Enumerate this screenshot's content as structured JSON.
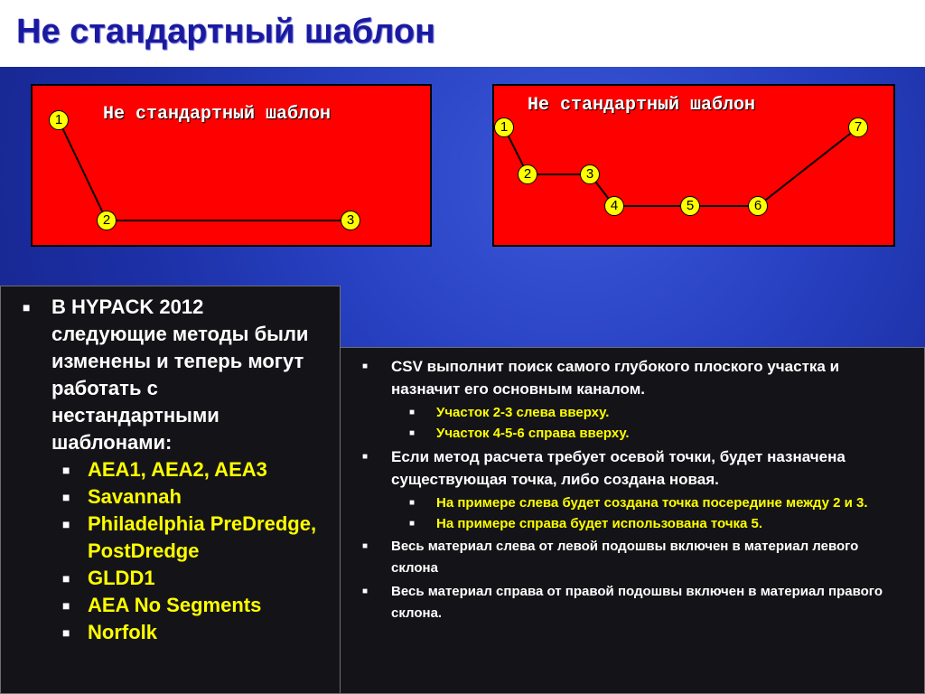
{
  "title": "Не стандартный шаблон",
  "left_diagram": {
    "label": "Не стандартный шаблон",
    "nodes": [
      "1",
      "2",
      "3"
    ]
  },
  "right_diagram": {
    "label": "Не стандартный шаблон",
    "nodes": [
      "1",
      "2",
      "3",
      "4",
      "5",
      "6",
      "7"
    ]
  },
  "left_panel": {
    "intro": "В HYPACK 2012 следующие методы были изменены и теперь могут работать с нестандартными шаблонами:",
    "methods": [
      "AEA1, AEA2, AEA3",
      "Savannah",
      "Philadelphia PreDredge, PostDredge",
      "GLDD1",
      "AEA No Segments",
      "Norfolk"
    ]
  },
  "right_panel": {
    "item1": "CSV выполнит поиск самого глубокого плоского участка и назначит его основным каналом.",
    "item1_sub": [
      "Участок 2-3 слева вверху.",
      "Участок 4-5-6 справа вверху."
    ],
    "item2": "Если метод расчета требует осевой точки, будет назначена существующая точка, либо создана новая.",
    "item2_sub": [
      "На примере слева будет создана точка посередине между 2 и 3.",
      "На примере справа будет использована точка 5."
    ],
    "item3": "Весь материал слева от левой подошвы включен в материал левого склона",
    "item4": "Весь материал справа от правой подошвы включен в материал правого склона."
  },
  "colors": {
    "title": "#1a1aa0",
    "diagram_bg": "#ff0000",
    "node": "#ffff00",
    "panel_bg": "#141418",
    "highlight": "#ffff00"
  }
}
